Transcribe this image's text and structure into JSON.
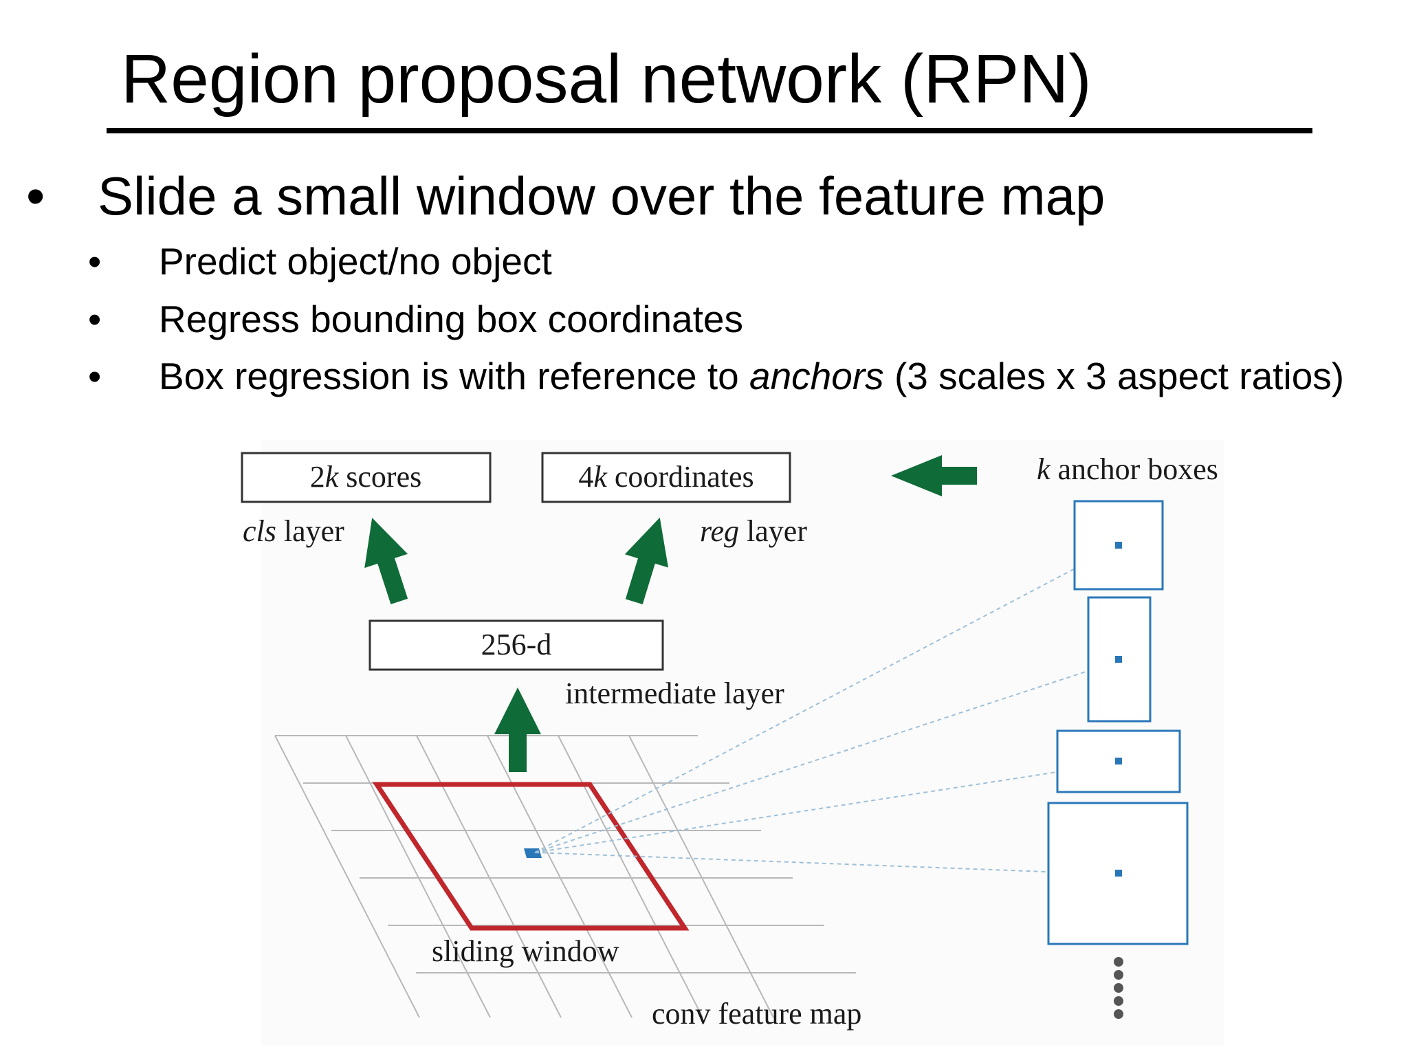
{
  "slide": {
    "title": "Region proposal network (RPN)",
    "bullets": [
      {
        "text": "Slide a small window over the feature map",
        "children": [
          {
            "text": "Predict object/no object"
          },
          {
            "text": "Regress bounding box coordinates"
          },
          {
            "before": "Box regression is with reference to ",
            "emphasis": "anchors",
            "after": " (3 scales x 3 aspect ratios)"
          }
        ]
      }
    ]
  },
  "diagram": {
    "scores_k": "2",
    "scores_k_var": "k",
    "scores_suffix": " scores",
    "coords_k": "4",
    "coords_k_var": "k",
    "coords_suffix": " coordinates",
    "anchor_var": "k",
    "anchor_suffix": " anchor boxes",
    "cls_name": "cls",
    "cls_suffix": " layer",
    "reg_name": "reg",
    "reg_suffix": " layer",
    "intermediate_box": "256-d",
    "intermediate_label": "intermediate layer",
    "sliding_window_label": "sliding window",
    "feature_map_label": "conv feature map",
    "colors": {
      "arrow": "#0f6b37",
      "window": "#c0272d",
      "anchor": "#2a77b8",
      "grid": "#b8b8b8"
    }
  }
}
